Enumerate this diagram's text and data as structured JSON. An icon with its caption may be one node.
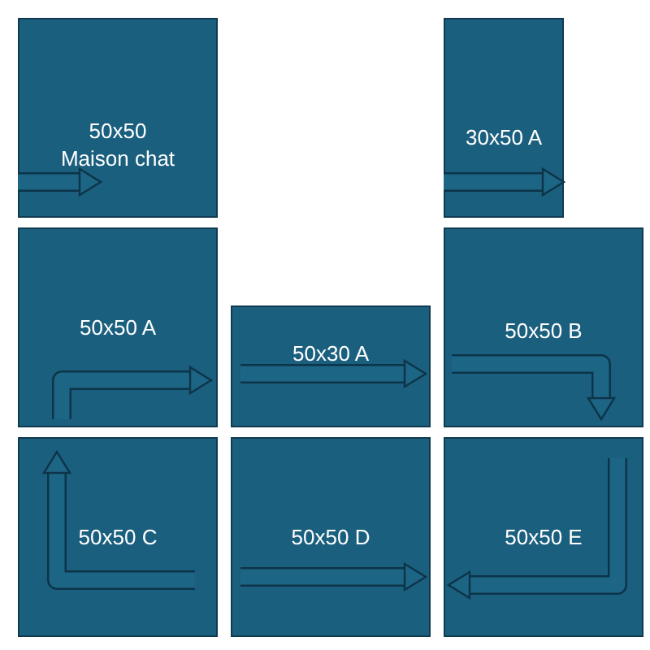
{
  "diagram": {
    "nodes": [
      {
        "text": [
          "50x50 Maison chat"
        ]
      },
      {
        "text": [
          "30x50 A"
        ]
      },
      {
        "text": [
          "50x50 A"
        ]
      },
      {
        "text": [
          "50x30 A"
        ]
      },
      {
        "text": [
          "50x50 B"
        ]
      },
      {
        "text": [
          "50x50 C"
        ]
      },
      {
        "text": [
          "50x50 D"
        ]
      },
      {
        "text": [
          "50x50 E"
        ]
      }
    ]
  }
}
